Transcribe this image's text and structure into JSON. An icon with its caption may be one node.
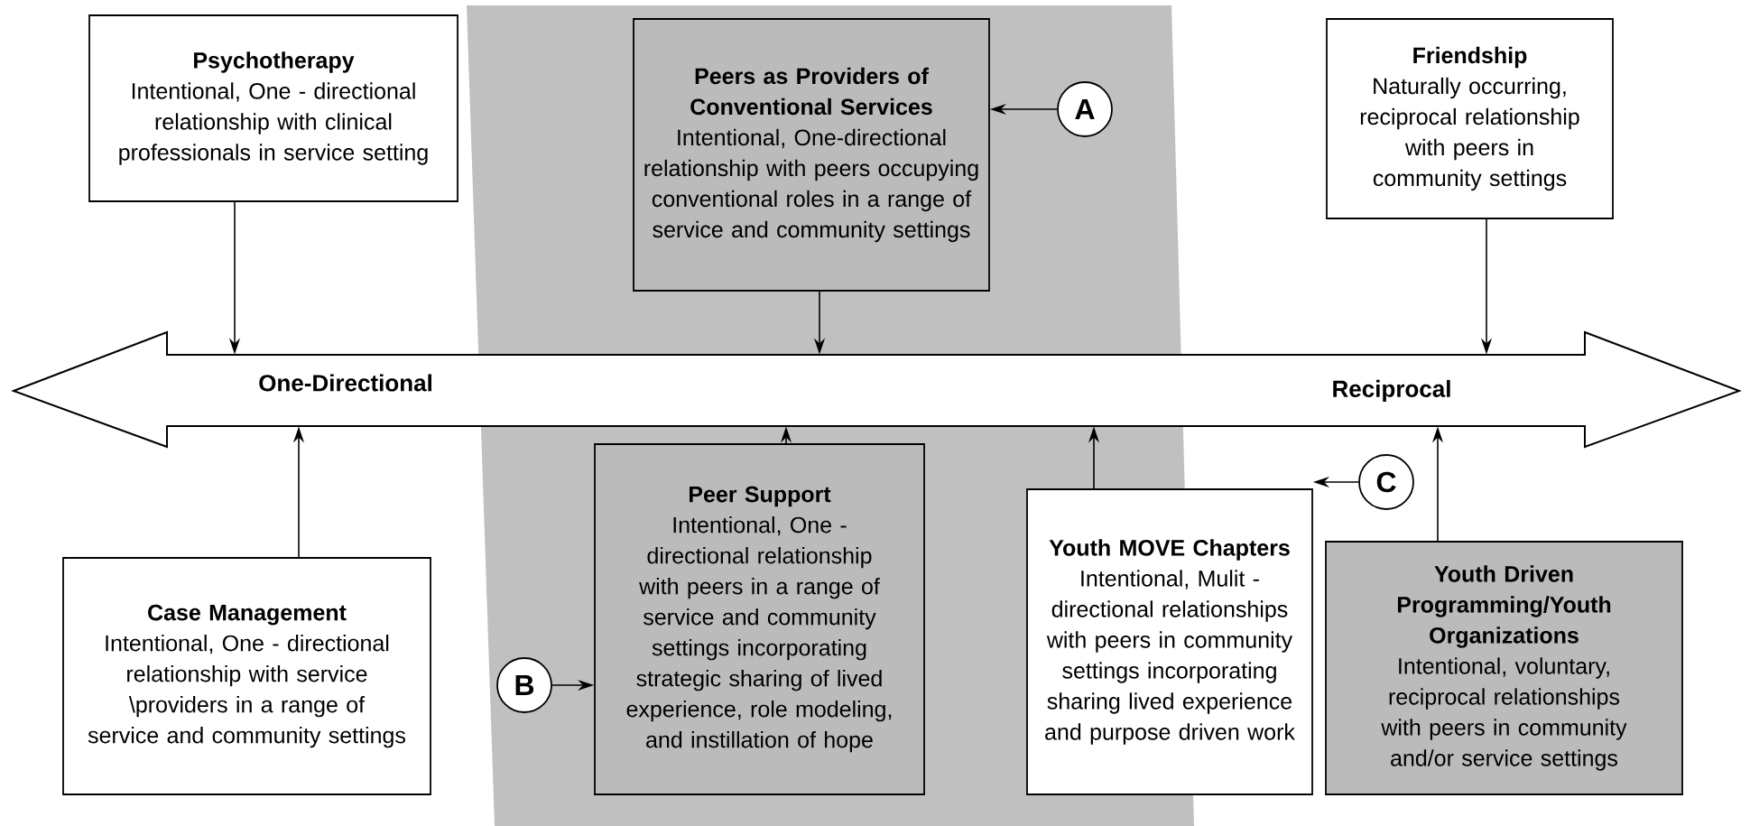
{
  "diagram": {
    "nodes": [
      {
        "text": [
          "Psychotherapy",
          "Intentional, One - directional relationship with clinical professionals in service setting"
        ]
      },
      {
        "text": [
          "Peers as Providers of Conventional Services",
          "Intentional, One-directional relationship with peers occupying conventional roles in a range of service and community settings"
        ]
      },
      {
        "text": [
          "Friendship",
          "Naturally occurring, reciprocal relationship with peers in community settings"
        ]
      },
      {
        "text": [
          "One-Directional",
          "Reciprocal"
        ]
      },
      {
        "text": [
          "Case Management",
          "Intentional, One - directional relationship with service \\providers in a range of service and community settings"
        ]
      },
      {
        "text": [
          "Peer Support",
          "Intentional, One - directional relationship with peers in a range of service and community settings incorporating strategic sharing of lived experience, role modeling, and instillation of hope"
        ]
      },
      {
        "text": [
          "Youth MOVE Chapters",
          "Intentional, Mulit - directional relationships with peers in community settings incorporating sharing lived experience and purpose driven work"
        ]
      },
      {
        "text": [
          "Youth Driven Programming/Youth Organizations",
          "Intentional, voluntary, reciprocal relationships with peers in community and/or service settings"
        ]
      },
      {
        "text": [
          "A"
        ]
      },
      {
        "text": [
          "B"
        ]
      },
      {
        "text": [
          "C"
        ]
      }
    ],
    "edges": [
      {
        "from": 0,
        "to": 3,
        "arrow": "to"
      },
      {
        "from": 1,
        "to": 3,
        "arrow": "to"
      },
      {
        "from": 2,
        "to": 3,
        "arrow": "to"
      },
      {
        "from": 4,
        "to": 3,
        "arrow": "to"
      },
      {
        "from": 5,
        "to": 3,
        "arrow": "to"
      },
      {
        "from": 6,
        "to": 3,
        "arrow": "to"
      },
      {
        "from": 7,
        "to": 3,
        "arrow": "to"
      },
      {
        "from": 8,
        "to": 1,
        "arrow": "to"
      },
      {
        "from": 9,
        "to": 5,
        "arrow": "to"
      },
      {
        "from": 10,
        "to": 6,
        "arrow": "to"
      }
    ]
  }
}
